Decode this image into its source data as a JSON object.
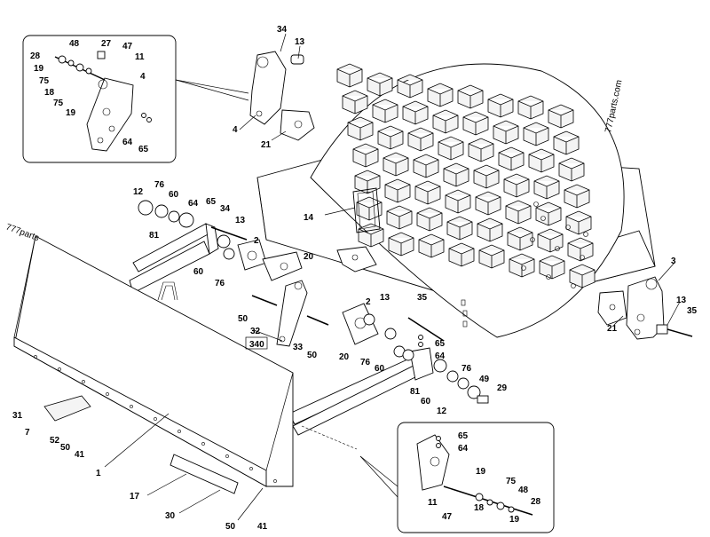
{
  "watermarks": [
    "777parts.com",
    "777parts"
  ],
  "reference_box": "340",
  "callouts": {
    "c34a": "34",
    "c13a": "13",
    "c27a": "27",
    "c47a": "47",
    "c48a": "48",
    "c28a": "28",
    "c11a": "11",
    "c19a": "19",
    "c75a": "75",
    "c18a": "18",
    "c75b": "75",
    "c19b": "19",
    "c4a": "4",
    "c64a": "64",
    "c65a": "65",
    "c4b": "4",
    "c21a": "21",
    "c12a": "12",
    "c76a": "76",
    "c60a": "60",
    "c64b": "64",
    "c65b": "65",
    "c34b": "34",
    "c13b": "13",
    "c81a": "81",
    "c2a": "2",
    "c20a": "20",
    "c60b": "60",
    "c76b": "76",
    "c14": "14",
    "c50a": "50",
    "c32": "32",
    "c33": "33",
    "c50b": "50",
    "c2b": "2",
    "c13c": "13",
    "c35a": "35",
    "c20b": "20",
    "c76c": "76",
    "c60c": "60",
    "c65c": "65",
    "c64c": "64",
    "c76d": "76",
    "c81b": "81",
    "c60d": "60",
    "c12b": "12",
    "c49": "49",
    "c29": "29",
    "c3": "3",
    "c13d": "13",
    "c35b": "35",
    "c21b": "21",
    "c31": "31",
    "c7": "7",
    "c52": "52",
    "c50c": "50",
    "c41a": "41",
    "c1": "1",
    "c17": "17",
    "c30": "30",
    "c50d": "50",
    "c41b": "41",
    "c65d": "65",
    "c64d": "64",
    "c11b": "11",
    "c47b": "47",
    "c19c": "19",
    "c75c": "75",
    "c48b": "48",
    "c18b": "18",
    "c28b": "28",
    "c19d": "19"
  }
}
